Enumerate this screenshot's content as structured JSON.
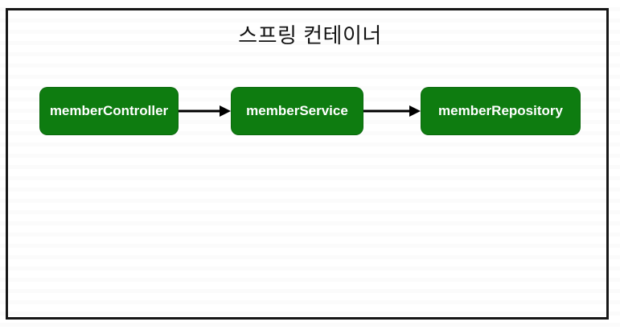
{
  "diagram": {
    "title": "스프링 컨테이너",
    "nodes": [
      {
        "id": "memberController",
        "label": "memberController"
      },
      {
        "id": "memberService",
        "label": "memberService"
      },
      {
        "id": "memberRepository",
        "label": "memberRepository"
      }
    ],
    "edges": [
      {
        "from": "memberController",
        "to": "memberService"
      },
      {
        "from": "memberService",
        "to": "memberRepository"
      }
    ],
    "colors": {
      "node_fill": "#0e7c10",
      "node_text": "#ffffff",
      "frame_border": "#161616",
      "arrow": "#000000",
      "background": "#ffffff"
    }
  }
}
